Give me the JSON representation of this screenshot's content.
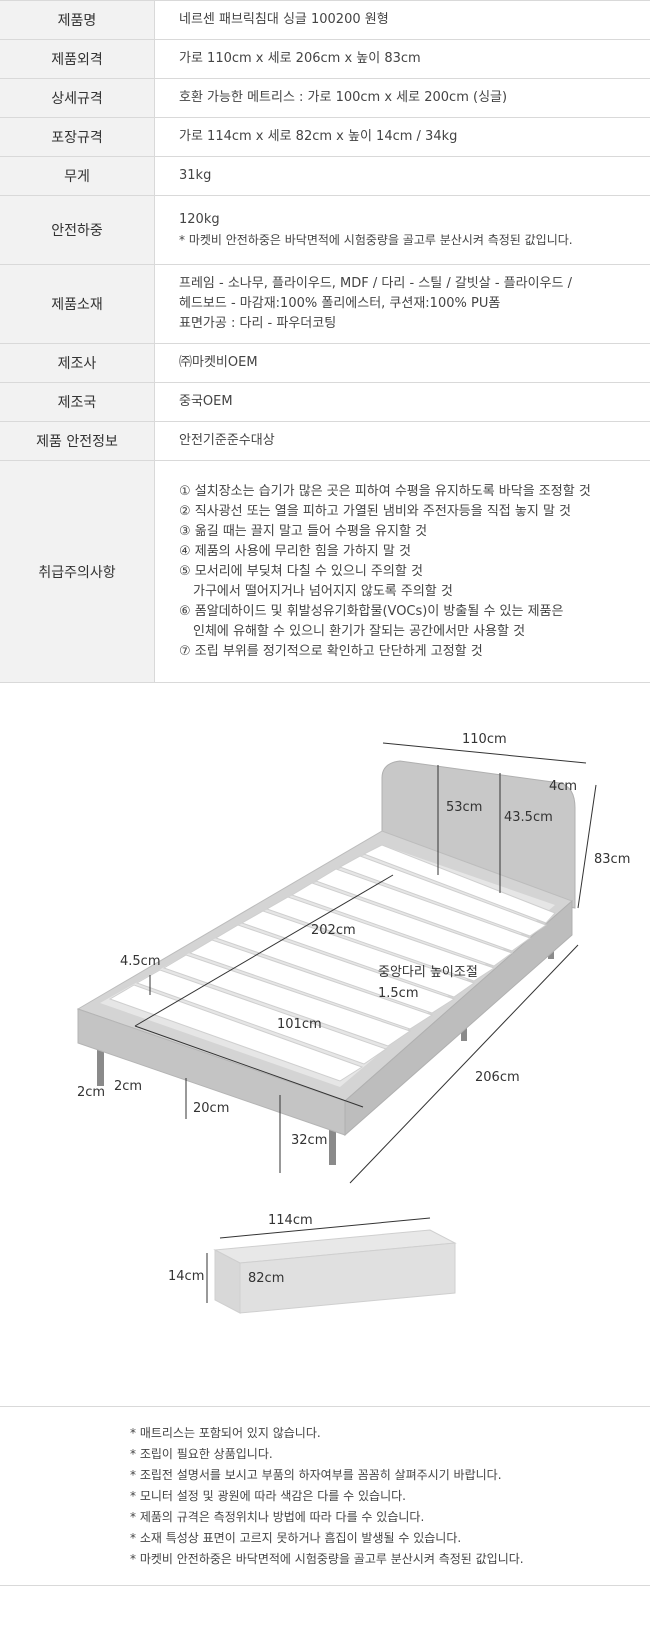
{
  "spec": {
    "rows": [
      {
        "label": "제품명",
        "value": "네르센 패브릭침대 싱글 100200 원형"
      },
      {
        "label": "제품외격",
        "value": "가로 110cm x 세로 206cm x 높이 83cm"
      },
      {
        "label": "상세규격",
        "value": "호환 가능한 메트리스 : 가로 100cm x 세로 200cm (싱글)"
      },
      {
        "label": "포장규격",
        "value": "가로 114cm x 세로 82cm x 높이 14cm / 34kg"
      },
      {
        "label": "무게",
        "value": "31kg"
      },
      {
        "label": "안전하중",
        "value": "120kg",
        "note": "* 마켓비 안전하중은 바닥면적에 시험중량을 골고루 분산시켜 측정된 값입니다."
      },
      {
        "label": "제품소재",
        "lines": [
          "프레임 - 소나무, 플라이우드, MDF / 다리 - 스틸 / 갈빗살 - 플라이우드 /",
          "헤드보드 - 마감재:100% 폴리에스터, 쿠션재:100% PU폼",
          "표면가공 : 다리 - 파우더코팅"
        ]
      },
      {
        "label": "제조사",
        "value": "㈜마켓비OEM"
      },
      {
        "label": "제조국",
        "value": "중국OEM"
      },
      {
        "label": "제품 안전정보",
        "value": "안전기준준수대상"
      },
      {
        "label": "취급주의사항",
        "lines": [
          "① 설치장소는 습기가 많은 곳은 피하여 수평을 유지하도록 바닥을 조정할 것",
          "② 직사광선 또는 열을 피하고 가열된 냄비와 주전자등을 직접 놓지 말 것",
          "③ 옮길 때는 끌지 말고 들어 수평을 유지할 것",
          "④ 제품의 사용에 무리한 힘을 가하지 말 것",
          "⑤ 모서리에 부딪쳐 다칠 수 있으니 주의할 것",
          "가구에서 떨어지거나 넘어지지 않도록 주의할 것",
          "⑥ 폼알데하이드 및 휘발성유기화합물(VOCs)이 방출될 수 있는 제품은",
          "인체에 유해할 수 있으니 환기가 잘되는 공간에서만 사용할 것",
          "⑦ 조립 부위를 정기적으로 확인하고 단단하게 고정할 것"
        ]
      }
    ]
  },
  "diagram": {
    "dims": {
      "width_top": "110cm",
      "headboard_inner": "53cm",
      "headboard_upper": "43.5cm",
      "headboard_thick": "4cm",
      "height": "83cm",
      "slat_length": "202cm",
      "side_rail": "4.5cm",
      "center_leg": "중앙다리 높이조절",
      "center_leg_adj": "1.5cm",
      "inner_width": "101cm",
      "leg_w": "2cm",
      "leg_d": "2cm",
      "rail_height": "20cm",
      "leg_height": "32cm",
      "length": "206cm"
    },
    "package": {
      "width": "114cm",
      "height": "14cm",
      "depth": "82cm"
    }
  },
  "notes": [
    "* 매트리스는 포함되어 있지 않습니다.",
    "* 조립이 필요한 상품입니다.",
    "* 조립전 설명서를 보시고 부품의 하자여부를 꼼꼼히 살펴주시기 바랍니다.",
    "* 모니터 설정 및 광원에 따라 색감은 다를 수 있습니다.",
    "* 제품의 규격은 측정위치나 방법에 따라 다를 수 있습니다.",
    "* 소재 특성상 표면이 고르지 못하거나 흠집이 발생될 수 있습니다.",
    "* 마켓비 안전하중은 바닥면적에 시험중량을 골고루 분산시켜 측정된 값입니다."
  ]
}
